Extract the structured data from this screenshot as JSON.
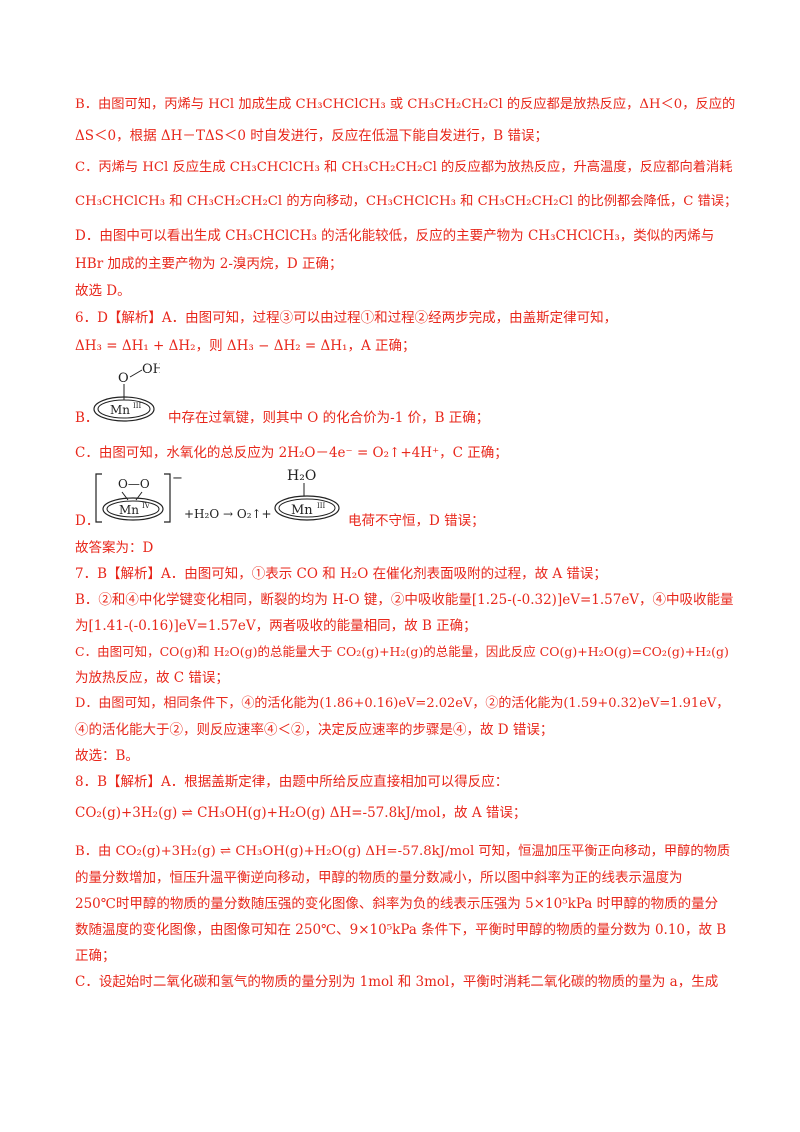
{
  "lines": {
    "b5_1": "B．由图可知，丙烯与 HCl 加成生成 CH₃CHClCH₃ 或 CH₃CH₂CH₂Cl 的反应都是放热反应，ΔH＜0，反应的",
    "b5_2": "ΔS＜0，根据 ΔH－TΔS＜0 时自发进行，反应在低温下能自发进行，B 错误；",
    "c5_1": "C．丙烯与 HCl 反应生成 CH₃CHClCH₃ 和 CH₃CH₂CH₂Cl 的反应都为放热反应，升高温度，反应都向着消耗",
    "c5_2": "CH₃CHClCH₃ 和 CH₃CH₂CH₂Cl 的方向移动，CH₃CHClCH₃ 和 CH₃CH₂CH₂Cl 的比例都会降低，C 错误；",
    "d5_1": "D．由图中可以看出生成 CH₃CHClCH₃ 的活化能较低，反应的主要产物为 CH₃CHClCH₃，类似的丙烯与",
    "d5_2": "HBr 加成的主要产物为 2-溴丙烷，D 正确；",
    "ans5": "故选 D。",
    "q6_head": "6．D【解析】A．由图可知，过程③可以由过程①和过程②经两步完成，由盖斯定律可知，",
    "q6_a2": "ΔH₃ = ΔH₁ + ΔH₂，则 ΔH₃ − ΔH₂ = ΔH₁，A 正确；",
    "q6_b": "中存在过氧键，则其中 O 的化合价为-1 价，B 正确；",
    "q6_c": "C．由图可知，水氧化的总反应为 2H₂O－4e⁻ = O₂↑+4H⁺，C 正确；",
    "q6_d": "电荷不守恒，D 错误；",
    "ans6": "故答案为：D",
    "q7_head": "7．B【解析】A．由图可知，①表示 CO 和 H₂O 在催化剂表面吸附的过程，故 A 错误；",
    "q7_b1": "B．②和④中化学键变化相同，断裂的均为 H-O 键，②中吸收能量[1.25-(-0.32)]eV=1.57eV，④中吸收能量",
    "q7_b2": "为[1.41-(-0.16)]eV=1.57eV，两者吸收的能量相同，故 B 正确；",
    "q7_c1": "C．由图可知，CO(g)和 H₂O(g)的总能量大于 CO₂(g)+H₂(g)的总能量，因此反应 CO(g)+H₂O(g)=CO₂(g)+H₂(g)",
    "q7_c2": "为放热反应，故 C 错误；",
    "q7_d1": "D．由图可知，相同条件下，④的活化能为(1.86+0.16)eV=2.02eV，②的活化能为(1.59+0.32)eV=1.91eV，",
    "q7_d2": "④的活化能大于②，则反应速率④＜②，决定反应速率的步骤是④，故 D 错误；",
    "ans7": "故选：B。",
    "q8_head": "8．B【解析】A．根据盖斯定律，由题中所给反应直接相加可以得反应：",
    "q8_a2": "CO₂(g)+3H₂(g) ⇌ CH₃OH(g)+H₂O(g) ΔH=-57.8kJ/mol，故 A 错误；",
    "q8_b1": "B．由 CO₂(g)+3H₂(g) ⇌ CH₃OH(g)+H₂O(g) ΔH=-57.8kJ/mol 可知，恒温加压平衡正向移动，甲醇的物质",
    "q8_b2": "的量分数增加，恒压升温平衡逆向移动，甲醇的物质的量分数减小，所以图中斜率为正的线表示温度为",
    "q8_b3": "250℃时甲醇的物质的量分数随压强的变化图像、斜率为负的线表示压强为 5×10⁵kPa 时甲醇的物质的量分",
    "q8_b4": "数随温度的变化图像，由图像可知在 250℃、9×10⁵kPa 条件下，平衡时甲醇的物质的量分数为 0.10，故 B",
    "q8_b5": "正确；",
    "q8_c1": "C．设起始时二氧化碳和氢气的物质的量分别为 1mol 和 3mol，平衡时消耗二氧化碳的物质的量为 a，生成"
  },
  "struct_b": {
    "oh": "O—OH",
    "metal": "Mn",
    "ox": "III",
    "label": "B．"
  },
  "struct_d": {
    "left_label": "D．",
    "peroxo": "O—O",
    "metal_left": "Mn",
    "ox_left": "IV",
    "charge": "−",
    "middle": "+H₂O → O₂↑+",
    "water": "H₂O",
    "metal_right": "Mn",
    "ox_right": "III"
  },
  "colors": {
    "answer_text": "#e8271b",
    "formula": "#1a1a1a"
  }
}
